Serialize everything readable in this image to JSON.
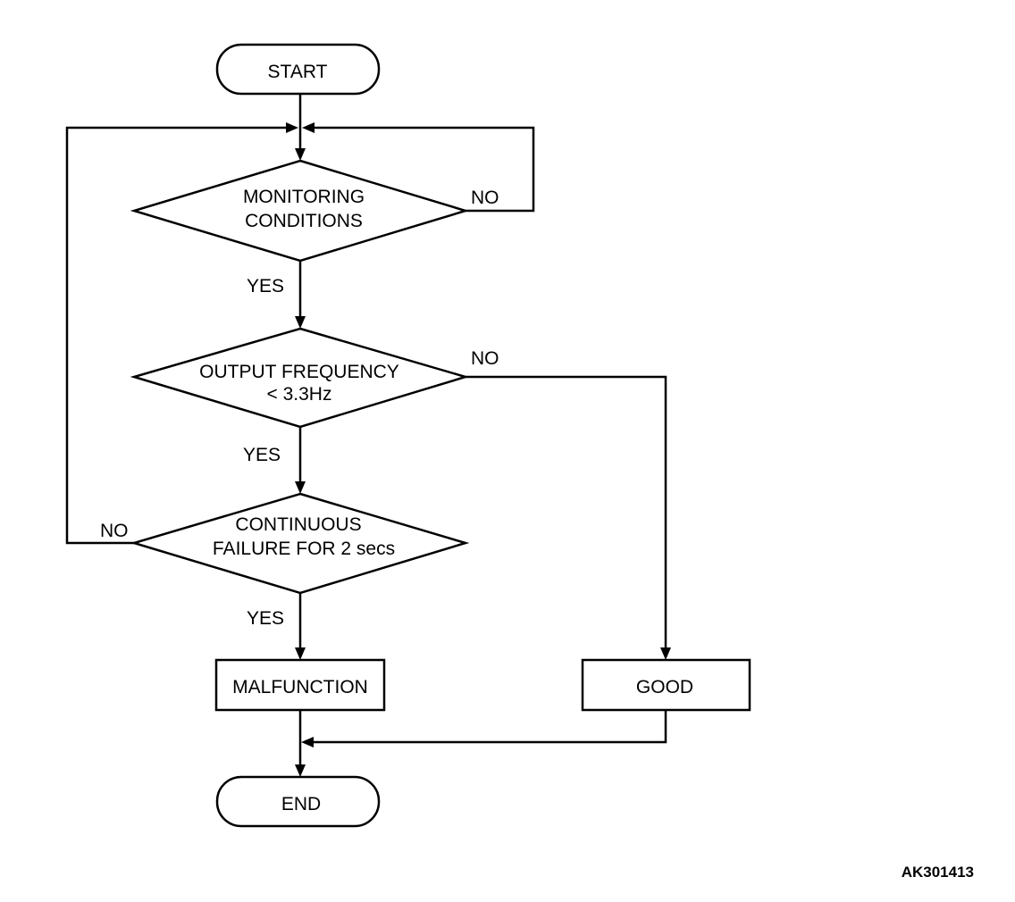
{
  "start": "START",
  "end": "END",
  "decisions": {
    "monitoring": {
      "line1": "MONITORING",
      "line2": "CONDITIONS"
    },
    "frequency": {
      "line1": "OUTPUT FREQUENCY",
      "line2": "< 3.3Hz"
    },
    "continuous": {
      "line1": "CONTINUOUS",
      "line2": "FAILURE FOR 2 secs"
    }
  },
  "outcomes": {
    "malfunction": "MALFUNCTION",
    "good": "GOOD"
  },
  "labels": {
    "monitoring_no": "NO",
    "monitoring_yes": "YES",
    "frequency_no": "NO",
    "frequency_yes": "YES",
    "continuous_no": "NO",
    "continuous_yes": "YES"
  },
  "figure_id": "AK301413"
}
